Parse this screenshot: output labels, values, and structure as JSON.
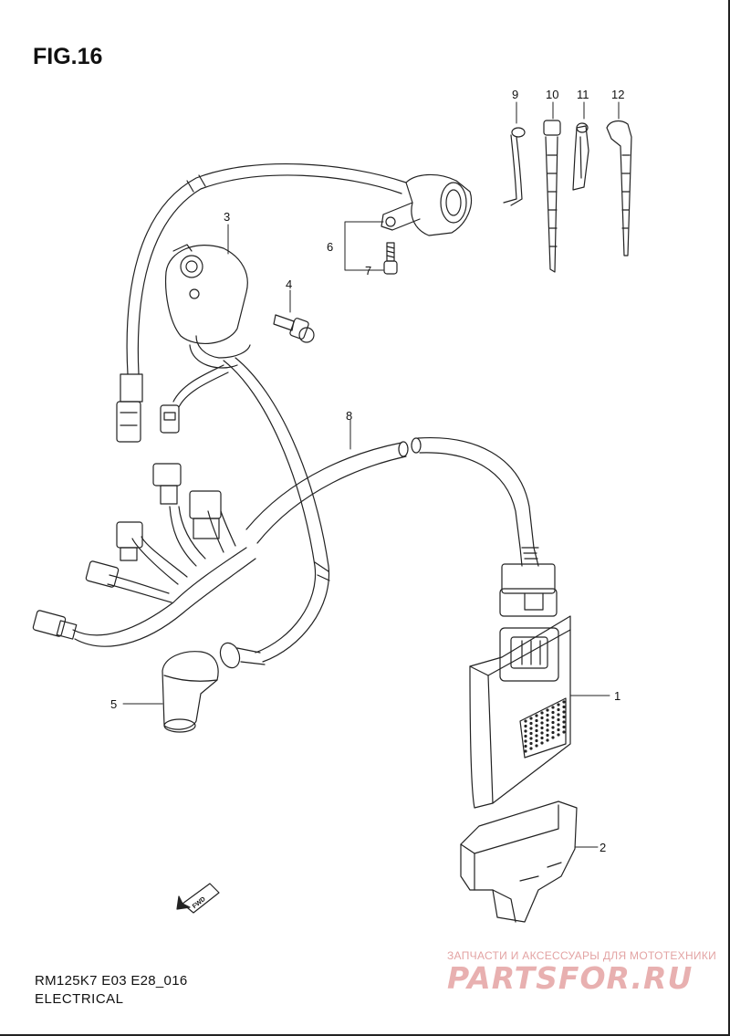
{
  "figure": {
    "title": "FIG.16",
    "code": "RM125K7 E03 E28_016",
    "description": "ELECTRICAL"
  },
  "callouts": {
    "c1": "1",
    "c2": "2",
    "c3": "3",
    "c4": "4",
    "c5": "5",
    "c6": "6",
    "c7": "7",
    "c8": "8",
    "c9": "9",
    "c10": "10",
    "c11": "11",
    "c12": "12"
  },
  "direction_tag": "FWD",
  "watermark": {
    "tagline": "ЗАПЧАСТИ И АКСЕССУАРЫ ДЛЯ МОТОТЕХНИКИ",
    "logo": "PARTSFOR.RU"
  }
}
